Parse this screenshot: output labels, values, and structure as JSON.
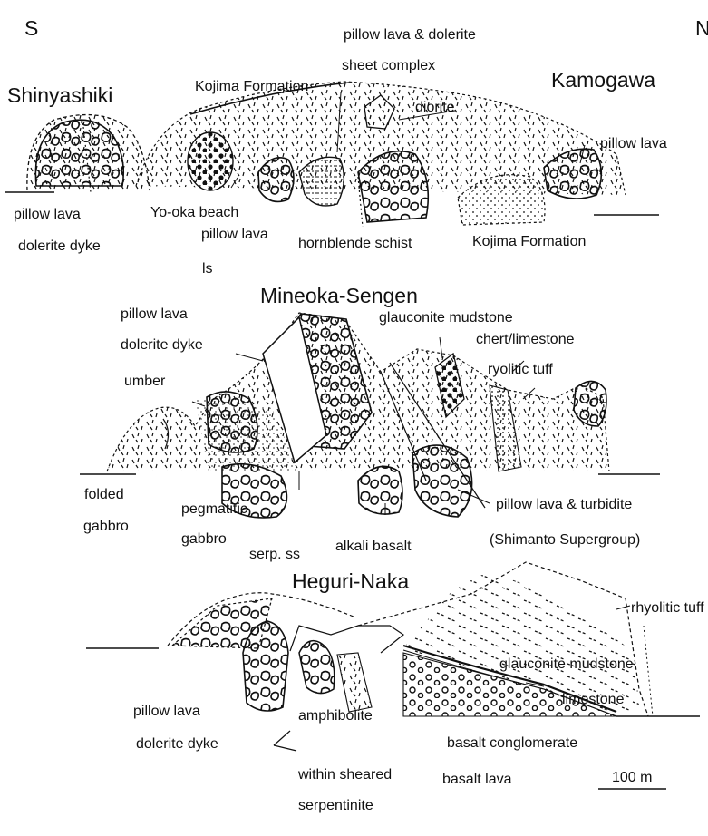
{
  "orientation": {
    "south": "S",
    "north": "N"
  },
  "sections": [
    {
      "title": "Shinyashiki",
      "title2": "Kamogawa",
      "labels": {
        "kojima_top": "Kojima Formation",
        "pillow_dolerite_1": "pillow lava & dolerite",
        "pillow_dolerite_2": "sheet complex",
        "diorite": "diorite",
        "pillow_lava_right": "pillow lava",
        "pillow_lava_left": "pillow lava",
        "dolerite_dyke": "dolerite dyke",
        "yo_oka": "Yo-oka beach",
        "ls": "ls",
        "pillow_lava_center": "pillow lava",
        "hornblende": "hornblende schist",
        "kojima_bottom": "Kojima Formation"
      }
    },
    {
      "title": "Mineoka-Sengen",
      "labels": {
        "pillow_lava": "pillow lava",
        "dolerite_dyke": "dolerite dyke",
        "umber": "umber",
        "glauconite": "glauconite mudstone",
        "chert": "chert/limestone",
        "ryolitic": "ryolitic tuff",
        "folded": "folded",
        "gabbro": "gabbro",
        "pegmatitic": "pegmatitic",
        "gabbro2": "gabbro",
        "serp": "serp. ss",
        "alkali": "alkali basalt",
        "pillow_turbidite": "pillow lava & turbidite",
        "shimanto": "(Shimanto Supergroup)"
      }
    },
    {
      "title": "Heguri-Naka",
      "labels": {
        "rhyolitic": "rhyolitic tuff",
        "glauconite": "glauconite mudstone",
        "limestone": "limestone",
        "pillow_lava": "pillow lava",
        "dolerite_dyke": "dolerite dyke",
        "amphibolite": "amphibolite",
        "within_sheared": "within sheared",
        "serpentinite": "serpentinite",
        "basalt_conglomerate": "basalt conglomerate",
        "basalt_lava": "basalt lava",
        "scale": "100 m"
      }
    }
  ]
}
